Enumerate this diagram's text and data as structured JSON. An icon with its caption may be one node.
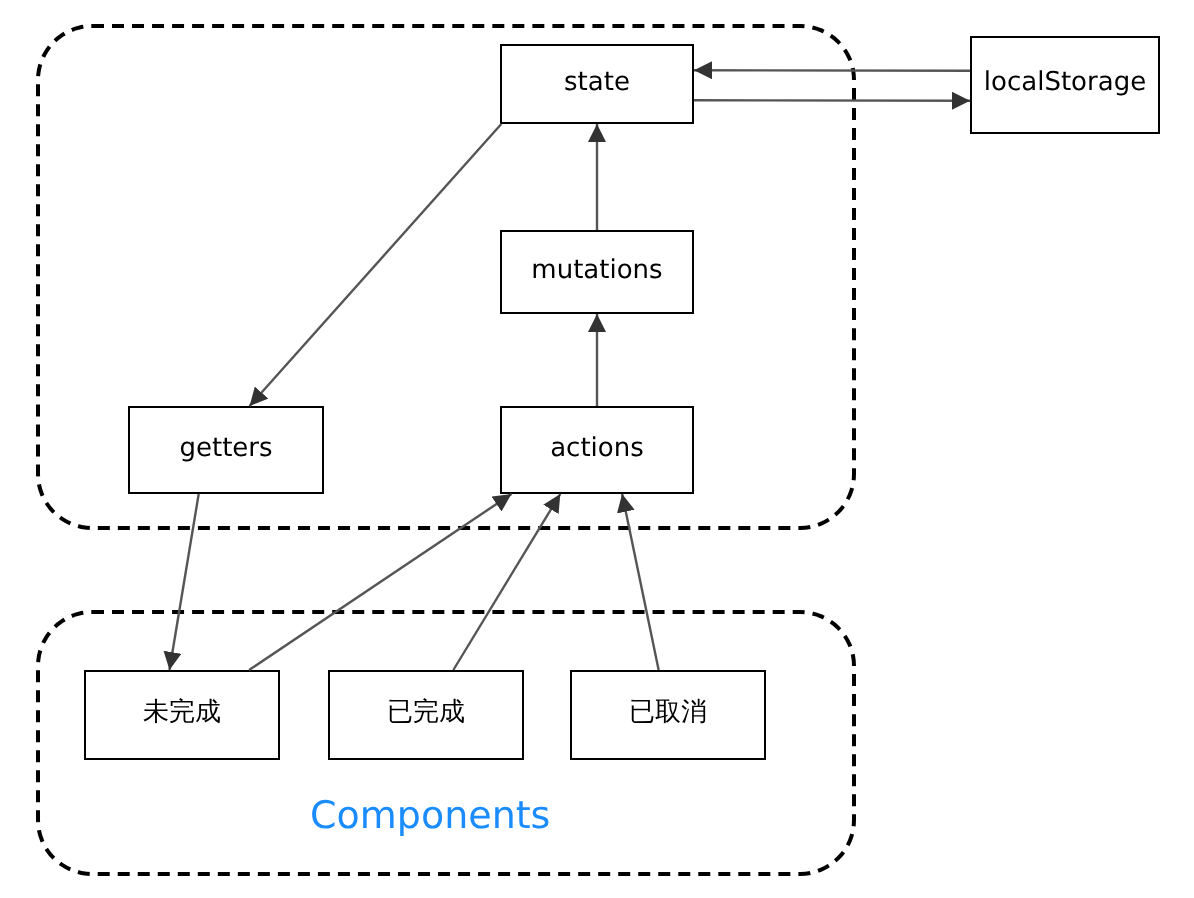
{
  "diagram": {
    "nodes": [
      {
        "text": [],
        "shape": "box"
      },
      {
        "text": [
          "state"
        ],
        "in": 0
      },
      {
        "text": [
          "localStorage"
        ]
      },
      {
        "text": [
          "mutations"
        ],
        "in": 0
      },
      {
        "text": [
          "getters"
        ],
        "in": 0
      },
      {
        "text": [
          "actions"
        ],
        "in": 0
      },
      {
        "text": [
          "Components"
        ]
      },
      {
        "text": [
          "未完成"
        ],
        "in": 6
      },
      {
        "text": [
          "已完成"
        ],
        "in": 6
      },
      {
        "text": [
          "已取消"
        ],
        "in": 6
      }
    ],
    "edges": [
      {
        "from": 2,
        "to": 1,
        "arrow": "to"
      },
      {
        "from": 1,
        "to": 2,
        "arrow": "to"
      },
      {
        "from": 1,
        "to": 4,
        "arrow": "to"
      },
      {
        "from": 5,
        "to": 3,
        "arrow": "to"
      },
      {
        "from": 3,
        "to": 1,
        "arrow": "to"
      },
      {
        "from": 4,
        "to": 7,
        "arrow": "to"
      },
      {
        "from": 7,
        "to": 5,
        "arrow": "to"
      },
      {
        "from": 8,
        "to": 5,
        "arrow": "to"
      },
      {
        "from": 9,
        "to": 5,
        "arrow": "to"
      }
    ]
  }
}
